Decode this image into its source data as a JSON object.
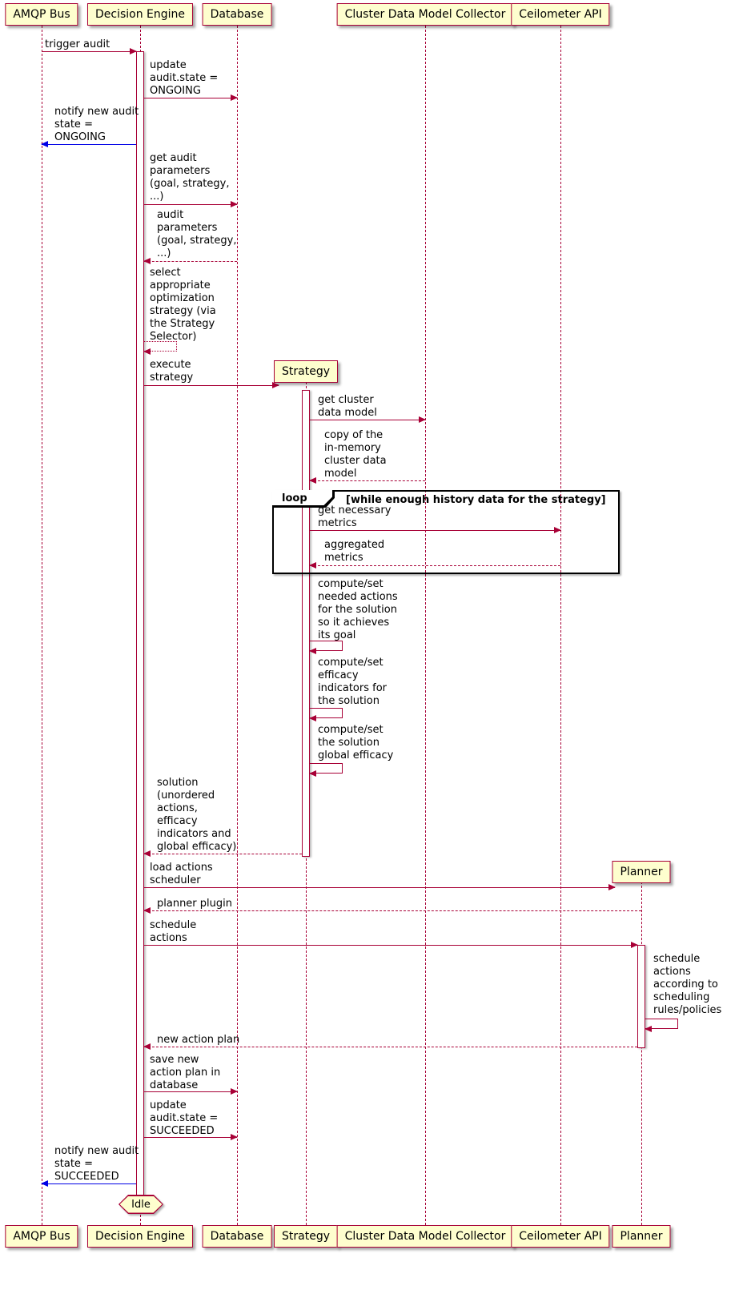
{
  "participants": {
    "amqp": "AMQP Bus",
    "decision_engine": "Decision Engine",
    "database": "Database",
    "strategy": "Strategy",
    "collector": "Cluster Data Model Collector",
    "ceilometer": "Ceilometer API",
    "planner": "Planner"
  },
  "messages": {
    "trigger_audit": "trigger audit",
    "update_state_ongoing": "update\naudit.state =\nONGOING",
    "notify_ongoing": "notify new audit\nstate =\nONGOING",
    "get_audit_parameters": "get audit\nparameters\n(goal, strategy,\n...)",
    "audit_parameters": "audit\nparameters\n(goal, strategy,\n...)",
    "select_strategy": "select\nappropriate\noptimization\nstrategy (via\nthe Strategy\nSelector)",
    "execute_strategy": "execute\nstrategy",
    "get_cluster_data_model": "get cluster\ndata model",
    "copy_cluster_data_model": "copy of the\nin-memory\ncluster data\nmodel",
    "get_necessary_metrics": "get necessary\nmetrics",
    "aggregated_metrics": "aggregated\nmetrics",
    "compute_needed_actions": "compute/set\nneeded actions\nfor the solution\nso it achieves\nits goal",
    "compute_efficacy_indicators": "compute/set\nefficacy\nindicators for\nthe solution",
    "compute_global_efficacy": "compute/set\nthe solution\nglobal efficacy",
    "solution": "solution\n(unordered\nactions,\nefficacy\nindicators and\nglobal efficacy)",
    "load_actions_scheduler": "load actions\nscheduler",
    "planner_plugin": "planner plugin",
    "schedule_actions": "schedule\nactions",
    "schedule_according_rules": "schedule\nactions\naccording to\nscheduling\nrules/policies",
    "new_action_plan": "new action plan",
    "save_action_plan": "save new\naction plan in\ndatabase",
    "update_state_succeeded": "update\naudit.state =\nSUCCEEDED",
    "notify_succeeded": "notify new audit\nstate =\nSUCCEEDED"
  },
  "loop_frame": {
    "label": "loop",
    "condition": "[while enough history data for the strategy]"
  },
  "end_state": "Idle",
  "colors": {
    "line": "#A80036",
    "participant_fill": "#FEFECE",
    "notify_arrow": "#0000E6",
    "frame_border": "#000000"
  }
}
